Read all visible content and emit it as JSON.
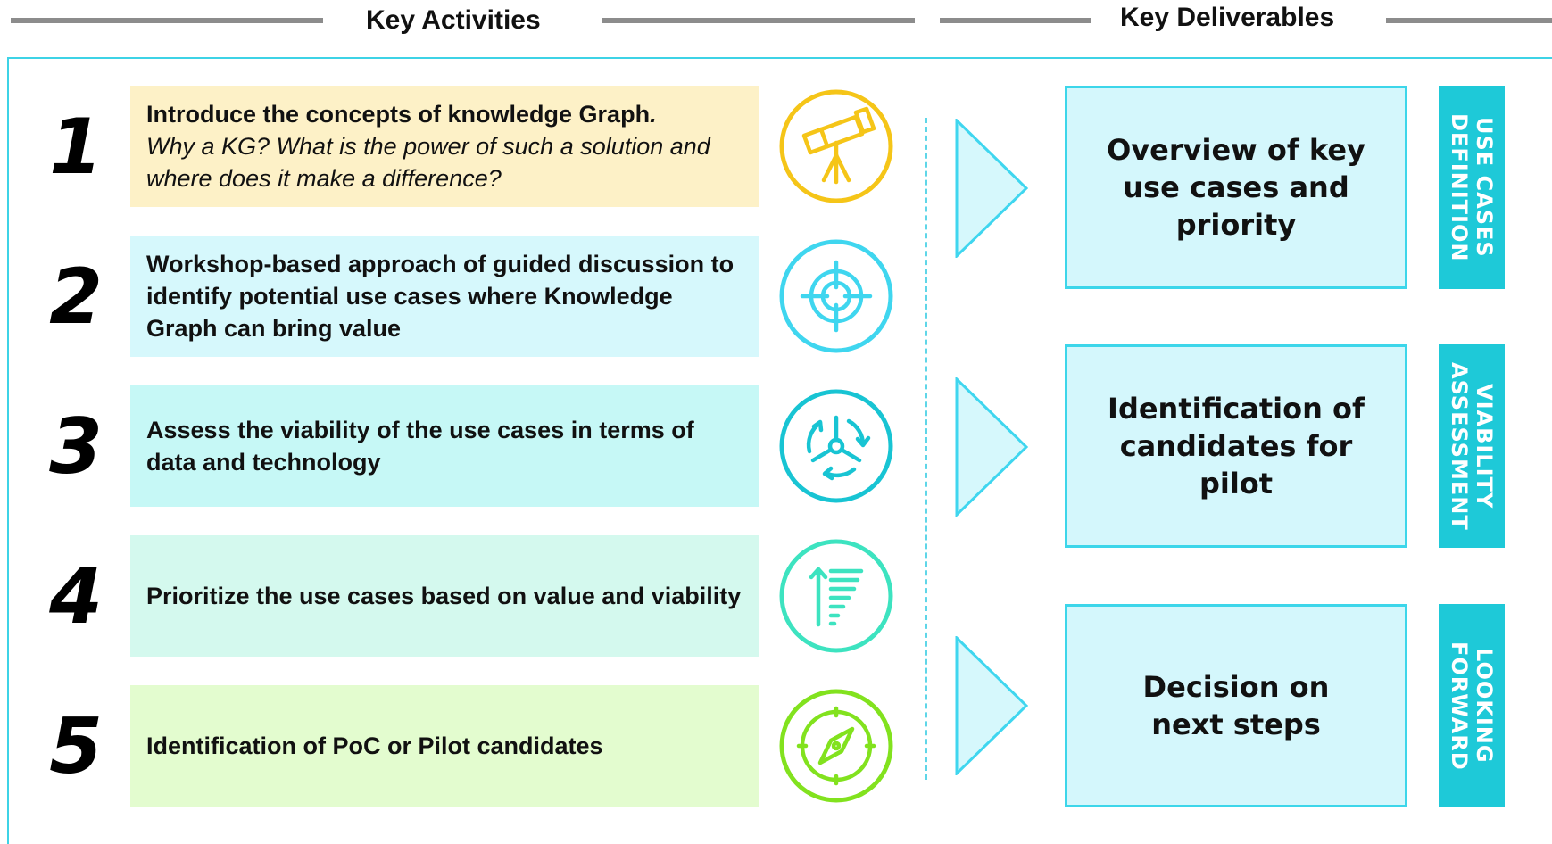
{
  "header": {
    "activities_title": "Key Activities",
    "deliverables_title": "Key Deliverables"
  },
  "activities": [
    {
      "number": "1",
      "bold_text": "Introduce the concepts of knowledge Graph",
      "bold_suffix": ".",
      "italic_text": "Why a KG? What is the power of such a solution and where does it make a difference?",
      "background": "#fdf1c7",
      "icon": "telescope-icon",
      "icon_color": "#f5c518"
    },
    {
      "number": "2",
      "bold_text": "Workshop-based approach of guided discussion to identify potential use cases where Knowledge Graph can bring value",
      "background": "#d6f8fc",
      "icon": "target-icon",
      "icon_color": "#3fd6ef"
    },
    {
      "number": "3",
      "bold_text": "Assess the viability of the use cases in terms of data and technology",
      "background": "#c6f8f6",
      "icon": "cycle-arrows-icon",
      "icon_color": "#18c4d3"
    },
    {
      "number": "4",
      "bold_text": "Prioritize the use cases based on value and viability",
      "background": "#d4f9ee",
      "icon": "priority-list-icon",
      "icon_color": "#3de3c0"
    },
    {
      "number": "5",
      "bold_text": "Identification of PoC or Pilot candidates",
      "background": "#e3fccf",
      "icon": "compass-icon",
      "icon_color": "#82e21e"
    }
  ],
  "deliverables": [
    {
      "text": "Overview of key use cases and priority",
      "tag": "USE CASES DEFINITION"
    },
    {
      "text": "Identification of candidates for pilot",
      "tag": "VIABILITY ASSESSMENT"
    },
    {
      "text": "Decision on next steps",
      "tag": "LOOKING FORWARD"
    }
  ],
  "colors": {
    "header_line": "#8c8c8c",
    "frame": "#3ed3e6",
    "deliverable_border": "#3cd6ea",
    "deliverable_fill": "#d4f7fc",
    "tag_fill": "#1ec9d8",
    "arrow_fill": "#d6f8fc",
    "arrow_stroke": "#3fd6ef"
  }
}
